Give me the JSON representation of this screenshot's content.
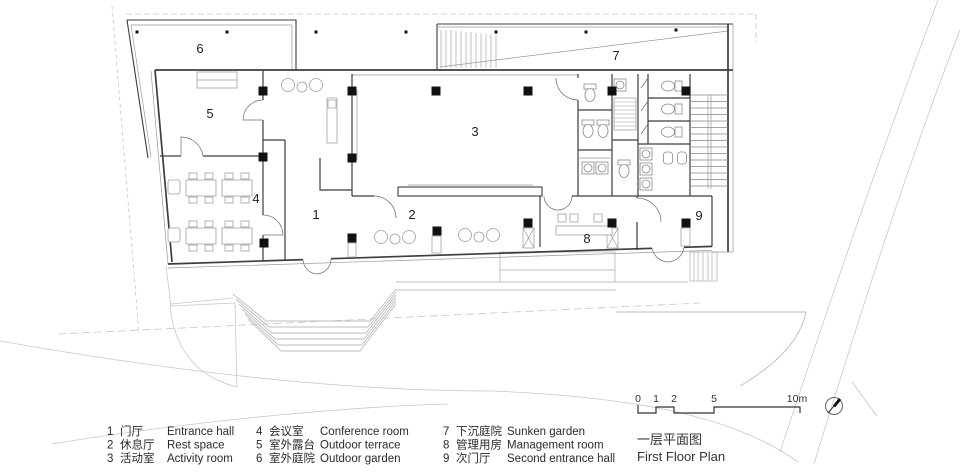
{
  "title": {
    "zh": "一层平面图",
    "en": "First Floor Plan"
  },
  "legend": {
    "items": [
      {
        "num": "1",
        "zh": "门厅",
        "en": "Entrance hall"
      },
      {
        "num": "2",
        "zh": "休息厅",
        "en": "Rest space"
      },
      {
        "num": "3",
        "zh": "活动室",
        "en": "Activity room"
      },
      {
        "num": "4",
        "zh": "会议室",
        "en": "Conference room"
      },
      {
        "num": "5",
        "zh": "室外露台",
        "en": "Outdoor terrace"
      },
      {
        "num": "6",
        "zh": "室外庭院",
        "en": "Outdoor garden"
      },
      {
        "num": "7",
        "zh": "下沉庭院",
        "en": "Sunken garden"
      },
      {
        "num": "8",
        "zh": "管理用房",
        "en": "Management room"
      },
      {
        "num": "9",
        "zh": "次门厅",
        "en": "Second entrance hall"
      }
    ]
  },
  "scale_bar": {
    "ticks": [
      "0",
      "1",
      "2",
      "5",
      "10m"
    ]
  },
  "icons": {
    "north_arrow": "north-arrow",
    "columns": "column-square",
    "canopy_dots": "small-column-dot"
  },
  "colors": {
    "building_line": "#3d3d3d",
    "site_line": "#c7c7c7",
    "column_fill": "#111111",
    "text": "#2b2b2b"
  }
}
